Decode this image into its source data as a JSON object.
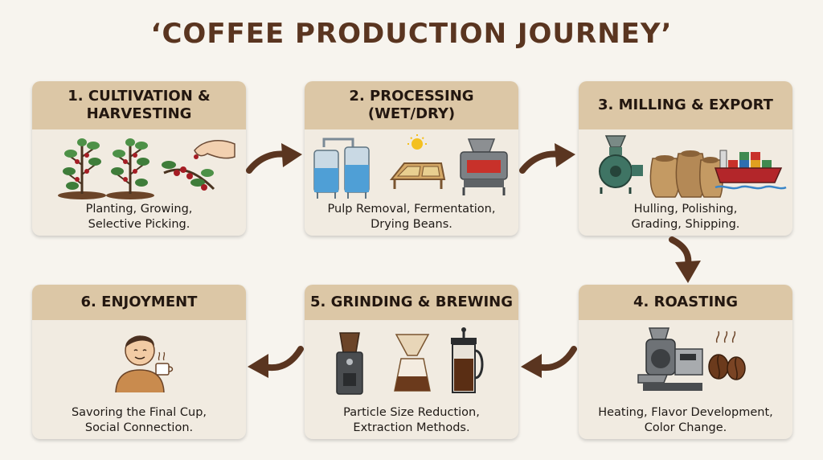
{
  "title": "‘COFFEE PRODUCTION JOURNEY’",
  "steps": [
    {
      "title_line1": "1. CULTIVATION &",
      "title_line2": "HARVESTING",
      "desc_line1": "Planting, Growing,",
      "desc_line2": "Selective Picking.",
      "icons": [
        "coffee-plant-icon",
        "coffee-plant-icon",
        "hand-picking-cherries-icon"
      ]
    },
    {
      "title_line1": "2. PROCESSING",
      "title_line2": "(WET/DRY)",
      "desc_line1": "Pulp Removal, Fermentation,",
      "desc_line2": "Drying Beans.",
      "icons": [
        "fermentation-tanks-icon",
        "sun-drying-bed-icon",
        "pulping-machine-icon"
      ]
    },
    {
      "title_line1": "3. MILLING & EXPORT",
      "desc_line1": "Hulling, Polishing,",
      "desc_line2": "Grading, Shipping.",
      "icons": [
        "milling-machine-icon",
        "coffee-sacks-icon",
        "cargo-ship-icon"
      ]
    },
    {
      "title_line1": "4. ROASTING",
      "desc_line1": "Heating, Flavor Development,",
      "desc_line2": "Color Change.",
      "icons": [
        "roaster-machine-icon",
        "roasted-beans-icon"
      ]
    },
    {
      "title_line1": "5. GRINDING & BREWING",
      "desc_line1": "Particle Size Reduction,",
      "desc_line2": "Extraction Methods.",
      "icons": [
        "grinder-icon",
        "pour-over-icon",
        "french-press-icon"
      ]
    },
    {
      "title_line1": "6. ENJOYMENT",
      "desc_line1": "Savoring the Final Cup,",
      "desc_line2": "Social Connection.",
      "icons": [
        "person-drinking-coffee-icon"
      ]
    }
  ],
  "colors": {
    "background": "#f7f4ee",
    "card": "#f1ebe1",
    "header": "#dcc7a6",
    "title": "#5a3520",
    "arrow": "#5a3520"
  }
}
